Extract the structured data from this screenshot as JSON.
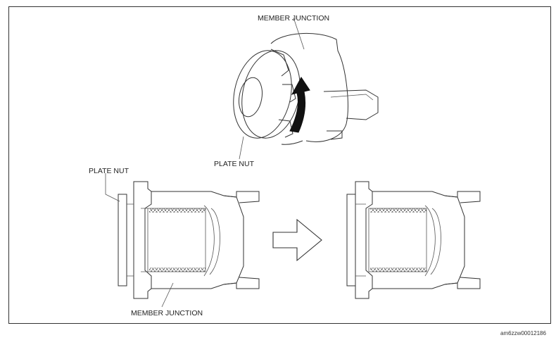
{
  "labels": {
    "top_member_junction": "MEMBER JUNCTION",
    "top_plate_nut": "PLATE NUT",
    "left_plate_nut": "PLATE NUT",
    "left_member_junction": "MEMBER JUNCTION"
  },
  "figure_id": "am6zzw00012186",
  "colors": {
    "line": "#333333",
    "arrow_fill": "#111111",
    "background": "#ffffff"
  },
  "icons": {
    "rotation_arrow": "curved-arrow-icon",
    "sequence_arrow": "right-arrow-icon"
  }
}
